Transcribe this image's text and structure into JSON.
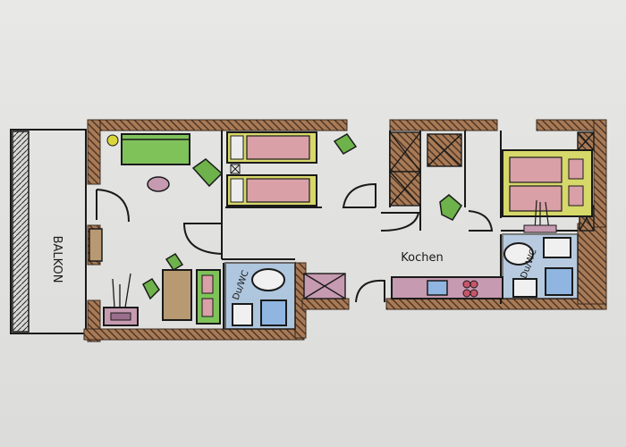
{
  "plan": {
    "labels": {
      "balcony": "BALKON",
      "kitchen": "Kochen",
      "bathroom_left": "Du/WC",
      "bathroom_right": "Du/WC"
    },
    "colors": {
      "paper": "#e4e4e2",
      "wall_brick": "#a87a55",
      "wall_dark": "#3a2a1e",
      "sofa_green": "#7fc25a",
      "bed_pink": "#d9a0a8",
      "bed_yellow": "#d7d86a",
      "plant_green": "#6db24a",
      "bath_blue": "#8fb5e0",
      "cabinet_tan": "#b89a72",
      "cabinet_mauve": "#c69ab0",
      "ink": "#1a1a1a"
    }
  }
}
